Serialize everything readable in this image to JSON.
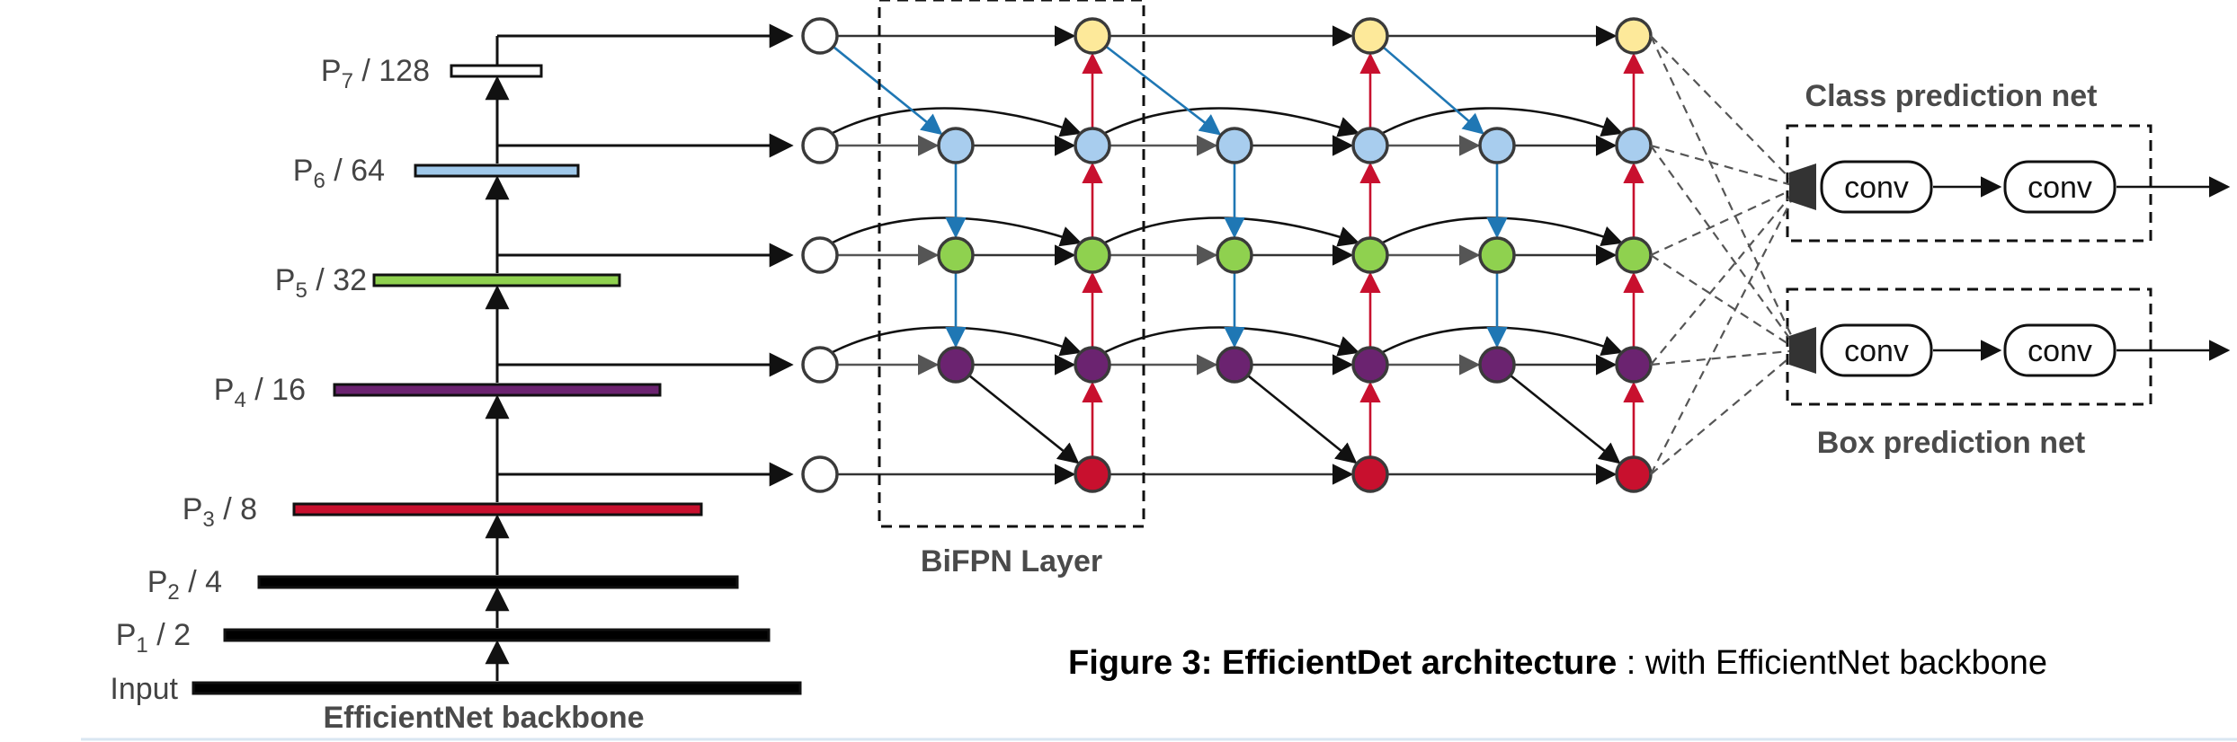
{
  "backbone": {
    "title": "EfficientNet backbone",
    "levels": [
      {
        "name": "Input",
        "label": "Input",
        "sub": "",
        "suffix": "",
        "color": "#000000"
      },
      {
        "name": "P1",
        "label": "P",
        "sub": "1",
        "suffix": " / 2",
        "color": "#000000"
      },
      {
        "name": "P2",
        "label": "P",
        "sub": "2",
        "suffix": " / 4",
        "color": "#000000"
      },
      {
        "name": "P3",
        "label": "P",
        "sub": "3",
        "suffix": " / 8",
        "color": "#c8102e"
      },
      {
        "name": "P4",
        "label": "P",
        "sub": "4",
        "suffix": " / 16",
        "color": "#6b2370"
      },
      {
        "name": "P5",
        "label": "P",
        "sub": "5",
        "suffix": " / 32",
        "color": "#8fd14f"
      },
      {
        "name": "P6",
        "label": "P",
        "sub": "6",
        "suffix": " / 64",
        "color": "#9fc8ea"
      },
      {
        "name": "P7",
        "label": "P",
        "sub": "7",
        "suffix": " / 128",
        "color": "#ffffff"
      }
    ]
  },
  "bifpn": {
    "layer_label": "BiFPN Layer",
    "node_colors": {
      "P7": "#fde99a",
      "P6": "#a8cdee",
      "P5": "#8fd14f",
      "P4": "#6b2370",
      "P3": "#c8102e",
      "input": "#ffffff"
    },
    "edge_colors": {
      "top_down": "#1f77b4",
      "bottom_up": "#c8102e",
      "lateral": "#333333"
    }
  },
  "heads": {
    "class_title": "Class prediction net",
    "box_title": "Box prediction net",
    "conv_label": "conv"
  },
  "caption": {
    "bold": "Figure 3: EfficientDet architecture",
    "rest": " : with EfficientNet backbone"
  }
}
